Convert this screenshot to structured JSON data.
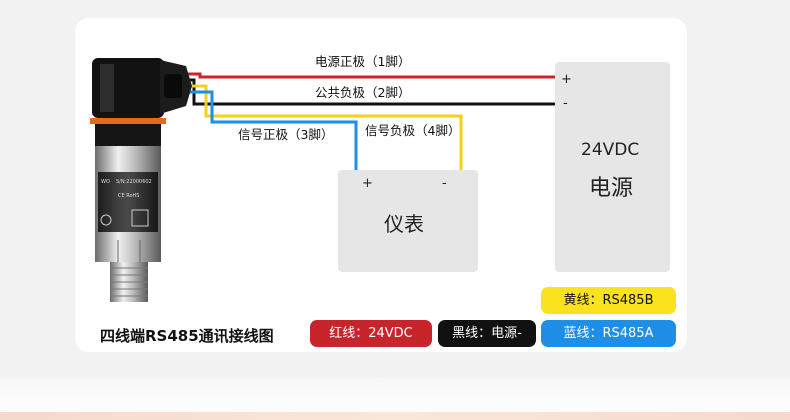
{
  "title": "四线端RS485通讯接线图",
  "wires": {
    "red": {
      "label": "电源正极（1脚）",
      "color": "#c8242c"
    },
    "black": {
      "label": "公共负极（2脚）",
      "color": "#111111"
    },
    "blue": {
      "label": "信号正极（3脚）",
      "color": "#1e8ee6"
    },
    "yellow": {
      "label": "信号负极（4脚）",
      "color": "#f1d11a"
    }
  },
  "power_supply": {
    "voltage": "24VDC",
    "name": "电源",
    "plus": "+",
    "minus": "-"
  },
  "meter": {
    "name": "仪表",
    "plus": "+",
    "minus": "-"
  },
  "sensor_label": {
    "serial": "S/N:22000602",
    "brand": "WO",
    "marks": "CE RoHS"
  },
  "legend": [
    {
      "id": "yellow",
      "text": "黄线：RS485B",
      "bg": "#fbe21e",
      "fg": "#111111"
    },
    {
      "id": "red",
      "text": "红线：24VDC",
      "bg": "#c8242c",
      "fg": "#ffffff"
    },
    {
      "id": "black",
      "text": "黑线：电源-",
      "bg": "#111111",
      "fg": "#ffffff"
    },
    {
      "id": "blue",
      "text": "蓝线：RS485A",
      "bg": "#1e8ee6",
      "fg": "#ffffff"
    }
  ]
}
